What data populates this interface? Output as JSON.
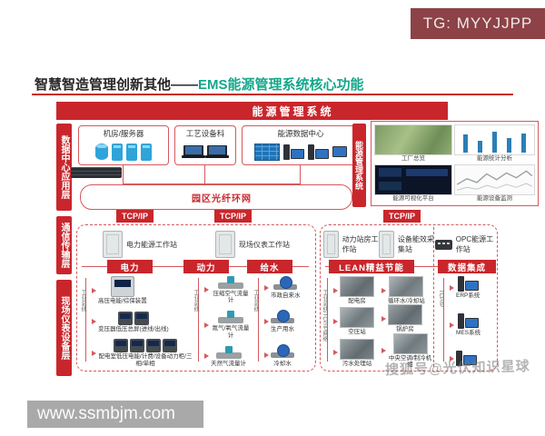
{
  "header": {
    "tg_badge": "TG: MYYJJPP",
    "title_prefix": "智慧智造管理创新其他——",
    "title_highlight": "EMS能源管理系统核心功能"
  },
  "colors": {
    "accent_red": "#c9262c",
    "title_teal": "#13a78b",
    "badge_maroon": "#8c4247"
  },
  "diagram": {
    "banner": "能源管理系统",
    "right_bar": "能源管理系统",
    "layers": [
      {
        "label": "数据中心应用层"
      },
      {
        "label": "通信传输层"
      },
      {
        "label": "现场仪表设备层"
      }
    ],
    "top_boxes": [
      {
        "label": "机房/服务器"
      },
      {
        "label": "工艺设备科"
      },
      {
        "label": "能源数据中心"
      }
    ],
    "fiber_ring_label": "园区光纤环网",
    "tcpip_labels": [
      "TCP/IP",
      "TCP/IP",
      "TCP/IP"
    ],
    "workstations_left": [
      {
        "label": "电力能源工作站"
      },
      {
        "label": "现场仪表工作站"
      }
    ],
    "workstations_right": [
      {
        "label": "动力站房工作站"
      },
      {
        "label": "设备能效采集站"
      },
      {
        "label": "OPC能源工作站"
      }
    ],
    "right_panel": [
      {
        "label": "工厂总览"
      },
      {
        "label": "能源统计分析"
      },
      {
        "label": "能源可视化平台"
      },
      {
        "label": "能源设备监测"
      }
    ],
    "columns": {
      "power": {
        "tab": "电力",
        "bus": "工业总线",
        "items": [
          {
            "label": "高压电能/综保装置"
          },
          {
            "label": "变压器低压总屏(进线/出线)"
          },
          {
            "label": "配电室低压电能/计费/设备动力柜/三相/单相"
          }
        ]
      },
      "dynamics": {
        "tab": "动力",
        "bus": "工业总线",
        "items": [
          {
            "label": "压缩空气流量计"
          },
          {
            "label": "氮气/氧气流量计"
          },
          {
            "label": "天然气流量计"
          }
        ]
      },
      "water": {
        "tab": "给水",
        "bus": "工业总线",
        "items": [
          {
            "label": "市政自来水"
          },
          {
            "label": "生产用水"
          },
          {
            "label": "冷却水"
          }
        ]
      },
      "lean": {
        "tab": "LEAN精益节能",
        "bus": "工业总线/TCP/IP网络",
        "items_left": [
          {
            "label": "配电房"
          },
          {
            "label": "空压站"
          },
          {
            "label": "污水处理站"
          }
        ],
        "items_right": [
          {
            "label": "循环水/冷却站"
          },
          {
            "label": "锅炉房"
          },
          {
            "label": "中央空调/制冷机组"
          }
        ]
      },
      "integration": {
        "tab": "数据集成",
        "bus": "TCP/IP",
        "items": [
          {
            "label": "ERP系统"
          },
          {
            "label": "MES系统"
          },
          {
            "label": ""
          }
        ]
      }
    }
  },
  "watermarks": {
    "bottom_right": "搜狐号@光伏知识星球",
    "bottom_left": "www.ssmbjm.com"
  }
}
